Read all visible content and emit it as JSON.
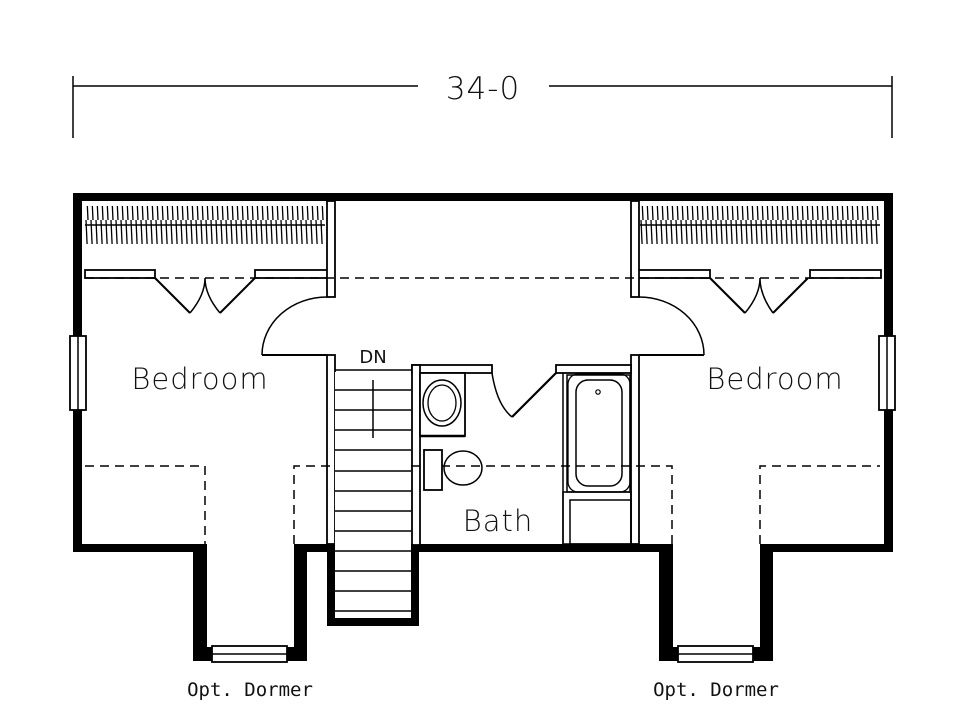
{
  "dimension": {
    "label": "34-0"
  },
  "rooms": [
    {
      "name": "Bedroom",
      "side": "left"
    },
    {
      "name": "Bedroom",
      "side": "right"
    },
    {
      "name": "Bath",
      "side": "center"
    }
  ],
  "stair": {
    "label": "DN"
  },
  "dormers": [
    {
      "label": "Opt. Dormer",
      "side": "left"
    },
    {
      "label": "Opt. Dormer",
      "side": "right"
    }
  ],
  "colors": {
    "line": "#000000",
    "background": "#ffffff"
  }
}
